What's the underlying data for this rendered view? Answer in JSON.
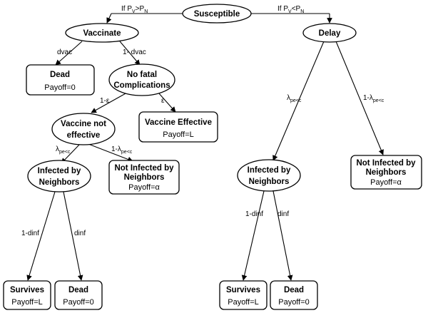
{
  "nodes": {
    "susceptible": {
      "label": "Susceptible"
    },
    "vaccinate": {
      "label": "Vaccinate"
    },
    "delay": {
      "label": "Delay"
    },
    "dead1": {
      "label": "Dead",
      "payoff": "Payoff=0"
    },
    "no_fatal": {
      "line1": "No fatal",
      "line2": "Complications"
    },
    "vaccine_not_effective": {
      "line1": "Vaccine not",
      "line2": "effective"
    },
    "vaccine_effective": {
      "label": "Vaccine Effective",
      "payoff": "Payoff=L"
    },
    "infected_left": {
      "line1": "Infected by",
      "line2": "Neighbors"
    },
    "not_infected_left": {
      "line1": "Not Infected by",
      "line2": "Neighbors",
      "payoff": "Payoff=α"
    },
    "survives_left": {
      "label": "Survives",
      "payoff": "Payoff=L"
    },
    "dead_left": {
      "label": "Dead",
      "payoff": "Payoff=0"
    },
    "infected_right": {
      "line1": "Infected by",
      "line2": "Neighbors"
    },
    "not_infected_right": {
      "line1": "Not Infected by",
      "line2": "Neighbors",
      "payoff": "Payoff=α"
    },
    "survives_right": {
      "label": "Survives",
      "payoff": "Payoff=L"
    },
    "dead_right": {
      "label": "Dead",
      "payoff": "Payoff=0"
    }
  },
  "edge_labels": {
    "vaccinate": {
      "base": "If P",
      "sub1": "V",
      "op": ">P",
      "sub2": "N"
    },
    "delay": {
      "base": "If P",
      "sub1": "V",
      "op": "<P",
      "sub2": "N"
    },
    "dvac": "dvac",
    "one_minus_dvac": "1- dvac",
    "one_minus_eps": "1-ε",
    "eps": "ε",
    "lambda_left": {
      "base": "λ",
      "sub": "pe<c"
    },
    "one_minus_lambda_left": {
      "base": "1-λ",
      "sub": "pe<c"
    },
    "lambda_right": {
      "base": "λ",
      "sub": "pe<c"
    },
    "one_minus_lambda_right": {
      "base": "1-λ",
      "sub": "pe<c"
    },
    "one_minus_dinf_left": "1-dinf",
    "dinf_left": "dinf",
    "one_minus_dinf_right": "1-dinf",
    "dinf_right": "dinf"
  }
}
